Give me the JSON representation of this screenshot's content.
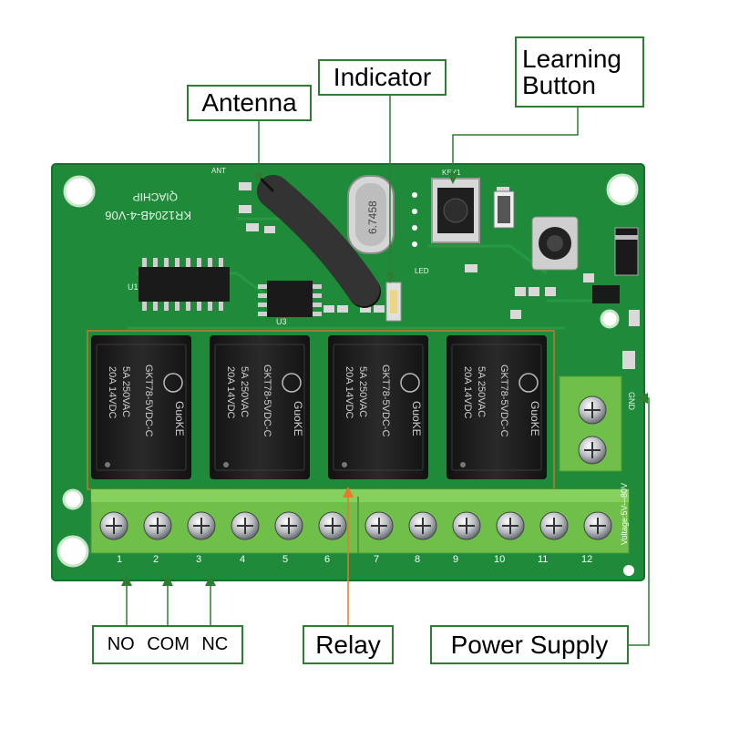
{
  "labels": {
    "antenna": "Antenna",
    "indicator": "Indicator",
    "learning_button_line1": "Learning",
    "learning_button_line2": "Button",
    "no": "NO",
    "com": "COM",
    "nc": "NC",
    "relay": "Relay",
    "power_supply": "Power Supply"
  },
  "board": {
    "model": "KR1204B-4-V06",
    "brand": "QIACHIP",
    "crystal": "6.7458",
    "relay_brand": "GuoKE",
    "relay_model": "GKT78-5VDC-C",
    "relay_rating_1": "5A 250VAC",
    "relay_rating_2": "20A 14VDC",
    "voltage": "Voltage:5V---80V",
    "terminal_numbers": [
      "1",
      "2",
      "3",
      "4",
      "5",
      "6",
      "7",
      "8",
      "9",
      "10",
      "11",
      "12"
    ],
    "silk_ant": "ANT",
    "silk_led": "LED",
    "silk_key": "KEY1",
    "silk_u3": "U3",
    "silk_u1": "U1",
    "silk_gnd": "GND"
  },
  "colors": {
    "pcb": "#1f8a3a",
    "terminal": "#6fbf4a",
    "relay": "#1a1a1a",
    "label_border": "#2e7d32",
    "arrow_relay": "#e8782a",
    "arrow_default": "#2e7d32"
  }
}
